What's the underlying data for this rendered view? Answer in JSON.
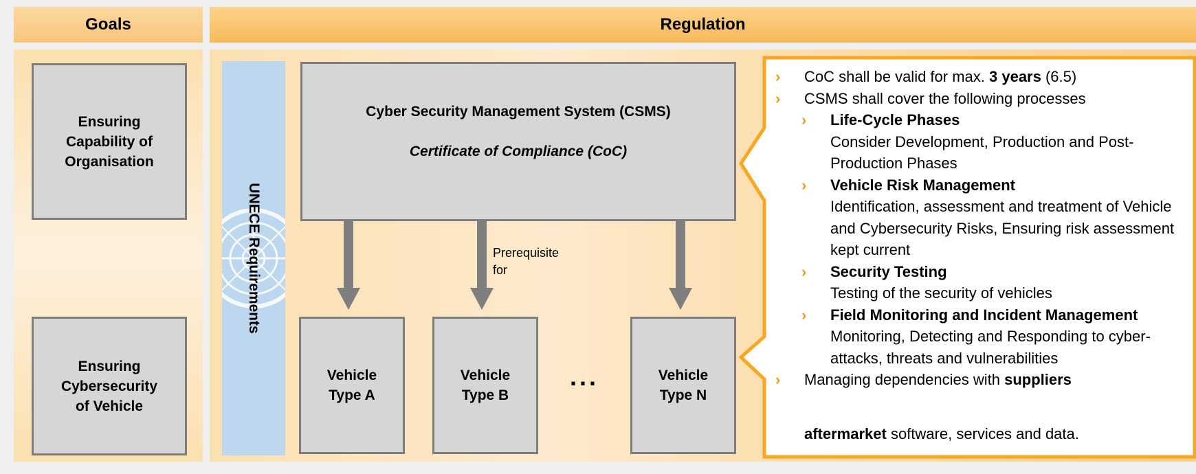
{
  "headers": {
    "goals": "Goals",
    "regulation": "Regulation"
  },
  "goals": {
    "capability": "Ensuring\nCapability of\nOrganisation",
    "cybersecurity": "Ensuring\nCybersecurity\nof Vehicle"
  },
  "unece_label": "UNECE Requirements",
  "csms": {
    "title": "Cyber Security Management System (CSMS)",
    "subtitle": "Certificate of Compliance (CoC)"
  },
  "prerequisite_label": "Prerequisite\nfor",
  "vehicles": {
    "a": "Vehicle\nType A",
    "b": "Vehicle\nType B",
    "ellipsis": "...",
    "n": "Vehicle\nType N"
  },
  "callout": {
    "coc_prefix": "CoC shall be valid for max. ",
    "coc_bold": "3 years",
    "coc_suffix": " (6.5)",
    "csms_line": "CSMS shall cover the following processes",
    "lifecycle_title": "Life-Cycle Phases",
    "lifecycle_desc": "Consider Development, Production and Post-Production Phases",
    "risk_title": "Vehicle Risk Management",
    "risk_desc": "Identification, assessment and treatment of Vehicle and Cybersecurity Risks, Ensuring risk assessment kept current",
    "testing_title": "Security Testing",
    "testing_desc": "Testing of the security of vehicles",
    "field_title": "Field Monitoring and Incident Management",
    "field_desc": "Monitoring, Detecting and Responding to cyber-attacks, threats and vulnerabilities",
    "suppliers_prefix": "Managing dependencies with ",
    "suppliers_bold": "suppliers",
    "after_bold": "aftermarket",
    "after_rest": " software, services and data."
  },
  "colors": {
    "accent_orange": "#f7a823",
    "bullet_orange": "#f39c12",
    "box_gray": "#d6d6d6",
    "box_border": "#7d7d7d",
    "arrow_gray": "#7f7f7f",
    "unece_blue": "#bdd7ee"
  }
}
